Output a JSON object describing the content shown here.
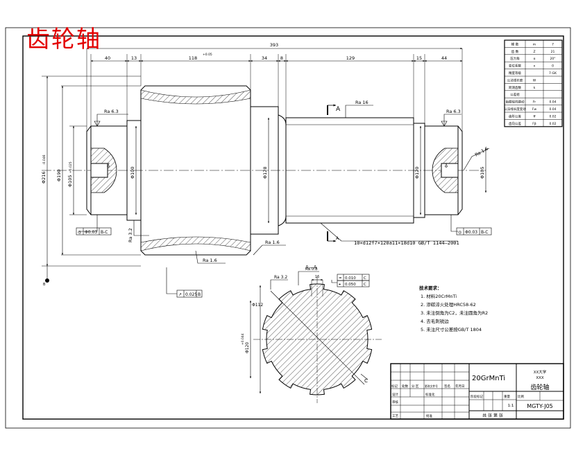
{
  "part_title": "齿轮轴",
  "dims": {
    "overall_length": "393",
    "d40": "40",
    "d13": "13",
    "d118": "118",
    "d118_tol": "+0.05",
    "d34": "34",
    "d8": "8",
    "d129": "129",
    "d15": "15",
    "d44": "44",
    "dia_tip": "Φ216",
    "dia_tip_tol": "-0.046",
    "dia_190": "Φ190",
    "dia_105_left": "Φ105",
    "dia_105_left_tol": "+0.025",
    "dia_100": "Φ100",
    "dia_128": "Φ128",
    "dia_4": "Φ4",
    "dia_4_right": "Φ4",
    "dia_120_right": "Φ120",
    "dia_105_right": "Φ105",
    "dia_112": "Φ112",
    "dia_120_sec": "Φ120",
    "dia_120_sec_tol": "+0.044",
    "key_width": "16"
  },
  "roughness": {
    "ra_left_top": "Ra 6.3",
    "ra_right_top": "Ra 6.3",
    "ra_16": "Ra 16",
    "ra_32_left": "Ra 3.2",
    "ra_16_bottom": "Ra 1.6",
    "ra_16_tooth": "Ra 1.6",
    "ra_16_right": "Ra 1.6",
    "ra_32_sec": "Ra 3.2",
    "ra_08_sec": "Ra 0.8"
  },
  "tolerances": {
    "fcf_left": [
      "◎",
      "Φ0.03",
      "B-C"
    ],
    "fcf_right": [
      "◎",
      "Φ0.03",
      "B-C"
    ],
    "fcf_runout": [
      "↗",
      "0.025",
      "B"
    ],
    "fcf_sec_1": [
      "=",
      "0.010",
      "C"
    ],
    "fcf_sec_2": [
      "⌖",
      "0.050",
      "C"
    ]
  },
  "datum_b": "B",
  "datum_c": "C",
  "section_marker_top": "A",
  "section_marker_bottom": "A",
  "section_label": "A—A",
  "spline_callout": "10×d12f7×120a11×18d10  GB/T 1144—2001",
  "tech_requirements": {
    "heading": "技术要求：",
    "items": [
      "1. 材料20CrMnTi",
      "2. 渗碳淬火处理HRC58-62",
      "3. 未注倒角为C2，未注圆角为R2",
      "4. 去毛刺锐边",
      "5. 未注尺寸公差按GB/T 1804"
    ]
  },
  "gear_params": {
    "rows": [
      [
        "模 数",
        "m",
        "7"
      ],
      [
        "齿 数",
        "Z",
        "21"
      ],
      [
        "压力角",
        "α",
        "20°"
      ],
      [
        "变位系数",
        "x",
        "0"
      ],
      [
        "精度等级",
        "",
        "7-GK"
      ],
      [
        "公法线长度",
        "W",
        ""
      ],
      [
        "跨测齿数",
        "k",
        ""
      ],
      [
        "公差组",
        "",
        ""
      ],
      [
        "齿圈径向跳动",
        "Fr",
        "0.04"
      ],
      [
        "公法线长度变动",
        "Fw",
        "0.04"
      ],
      [
        "齿形公差",
        "ff",
        "0.02"
      ],
      [
        "齿向公差",
        "Fβ",
        "0.02"
      ]
    ]
  },
  "title_block": {
    "material": "20GrMnTi",
    "school": "XX大学",
    "school_sub": "XXX",
    "drawing_name": "齿轮轴",
    "drawing_no": "MGTY-J05",
    "scale": "1:1",
    "sheet_info": "共  张  第  张",
    "label_mark": "标记",
    "label_count": "处数",
    "label_zone": "分 区",
    "label_doc": "更改文件号",
    "label_sign": "签名",
    "label_date": "年月日",
    "label_design": "设计",
    "label_check": "审核",
    "label_process": "工艺",
    "label_std": "标准化",
    "label_approve": "批准",
    "label_stage": "阶段标记",
    "label_weight": "重量",
    "label_ratio": "比例"
  }
}
